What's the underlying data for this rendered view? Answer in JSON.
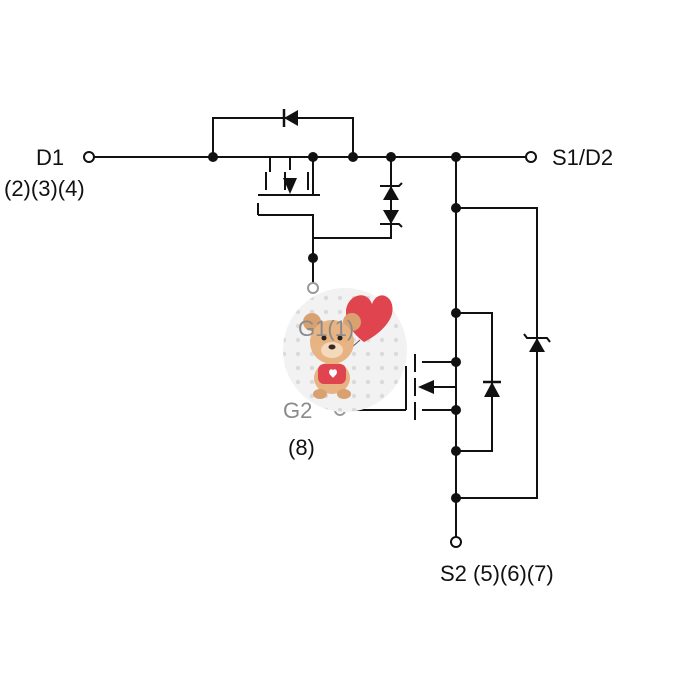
{
  "diagram": {
    "labels": {
      "d1": "D1",
      "d1_pins": "(2)(3)(4)",
      "s1d2": "S1/D2",
      "g1": "G1(1)",
      "g2": "G2",
      "g2_pin": "(8)",
      "s2": "S2 (5)(6)(7)"
    },
    "colors": {
      "wire": "#111111",
      "gray_wire": "#9a9a9a",
      "heart": "#e0454f",
      "bear": "#e8b382",
      "badge_bg": "#eeeeee"
    },
    "icons": {
      "sticker": "teddy-bear-with-heart-balloon-sticker"
    }
  }
}
